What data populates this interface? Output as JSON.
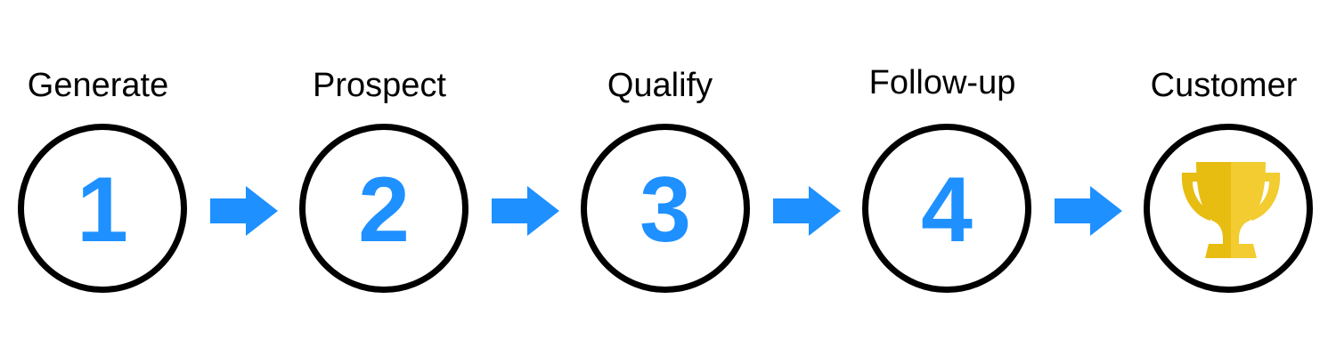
{
  "colors": {
    "accent": "#1e90ff",
    "circle_border": "#000000",
    "trophy_gold": "#f2cc30",
    "trophy_gold_dark": "#e7bd12",
    "label_text": "#000000"
  },
  "steps": [
    {
      "label": "Generate",
      "number": "1"
    },
    {
      "label": "Prospect",
      "number": "2"
    },
    {
      "label": "Qualify",
      "number": "3"
    },
    {
      "label": "Follow-up",
      "number": "4"
    },
    {
      "label": "Customer",
      "icon": "trophy-icon"
    }
  ],
  "connectors": [
    "arrow-right-icon",
    "arrow-right-icon",
    "arrow-right-icon",
    "arrow-right-icon"
  ]
}
